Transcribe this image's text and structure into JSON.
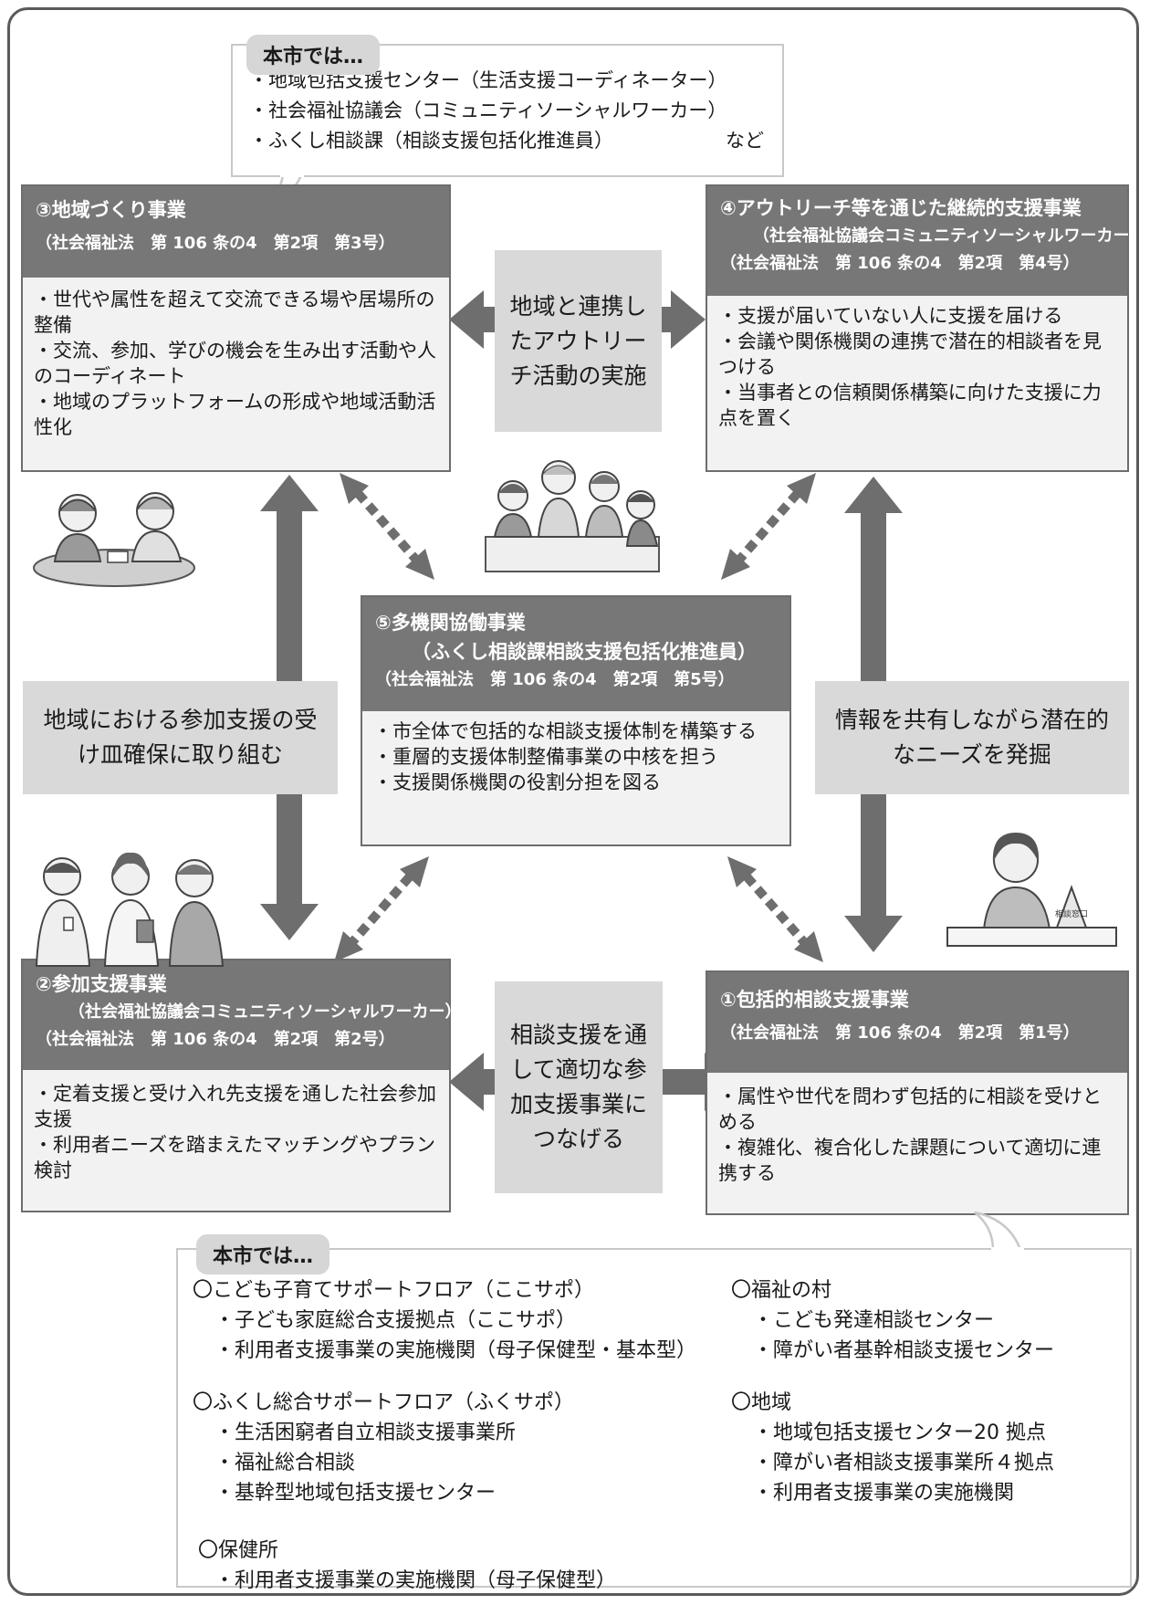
{
  "top_callout": {
    "title": "本市では…",
    "lines": [
      "・地域包括支援センター（生活支援コーディネーター）",
      "・社会福祉協議会（コミュニティソーシャルワーカー）",
      "・ふくし相談課（相談支援包括化推進員）"
    ],
    "suffix": "など"
  },
  "box3": {
    "title": "③地域づくり事業",
    "law": "（社会福祉法　第 106 条の4　第2項　第3号）",
    "items": [
      "・世代や属性を超えて交流できる場や居場所の整備",
      "・交流、参加、学びの機会を生み出す活動や人のコーディネート",
      "・地域のプラットフォームの形成や地域活動活性化"
    ]
  },
  "box4": {
    "title": "④アウトリーチ等を通じた継続的支援事業",
    "org": "（社会福祉協議会コミュニティソーシャルワーカー）",
    "law": "（社会福祉法　第 106 条の4　第2項　第4号）",
    "items": [
      "・支援が届いていない人に支援を届ける",
      "・会議や関係機関の連携で潜在的相談者を見つける",
      "・当事者との信頼関係構築に向けた支援に力点を置く"
    ]
  },
  "box5": {
    "title": "⑤多機関協働事業",
    "org": "（ふくし相談課相談支援包括化推進員）",
    "law": "（社会福祉法　第 106 条の4　第2項　第5号）",
    "items": [
      "・市全体で包括的な相談支援体制を構築する",
      "・重層的支援体制整備事業の中核を担う",
      "・支援関係機関の役割分担を図る"
    ]
  },
  "box2": {
    "title": "②参加支援事業",
    "org": "（社会福祉協議会コミュニティソーシャルワーカー）",
    "law": "（社会福祉法　第 106 条の4　第2項　第2号）",
    "items": [
      "・定着支援と受け入れ先支援を通した社会参加支援",
      "・利用者ニーズを踏まえたマッチングやプラン検討"
    ]
  },
  "box1": {
    "title": "①包括的相談支援事業",
    "law": "（社会福祉法　第 106 条の4　第2項　第1号）",
    "items": [
      "・属性や世代を問わず包括的に相談を受けとめる",
      "・複雑化、複合化した課題について適切に連携する"
    ]
  },
  "labels": {
    "top_center": "地域と連携したアウトリーチ活動の実施",
    "left_middle": "地域における参加支援の受け皿確保に取り組む",
    "right_middle": "情報を共有しながら潜在的なニーズを発掘",
    "bottom_center": "相談支援を通して適切な参加支援事業につなげる"
  },
  "bottom_callout": {
    "title": "本市では…",
    "left_groups": [
      {
        "heading": "〇こども子育てサポートフロア（ここサポ）",
        "items": [
          "・子ども家庭総合支援拠点（ここサポ）",
          "・利用者支援事業の実施機関（母子保健型・基本型）"
        ]
      },
      {
        "heading": "〇ふくし総合サポートフロア（ふくサポ）",
        "items": [
          "・生活困窮者自立相談支援事業所",
          "・福祉総合相談",
          "・基幹型地域包括支援センター"
        ]
      },
      {
        "heading": "〇保健所",
        "items": [
          "・利用者支援事業の実施機関（母子保健型）"
        ]
      }
    ],
    "right_groups": [
      {
        "heading": "〇福祉の村",
        "items": [
          "・こども発達相談センター",
          "・障がい者基幹相談支援センター"
        ]
      },
      {
        "heading": "〇地域",
        "items": [
          "・地域包括支援センター20 拠点",
          "・障がい者相談支援事業所４拠点",
          "・利用者支援事業の実施機関"
        ]
      }
    ]
  },
  "illustrations": {
    "desk_sign": "相談窓口"
  }
}
